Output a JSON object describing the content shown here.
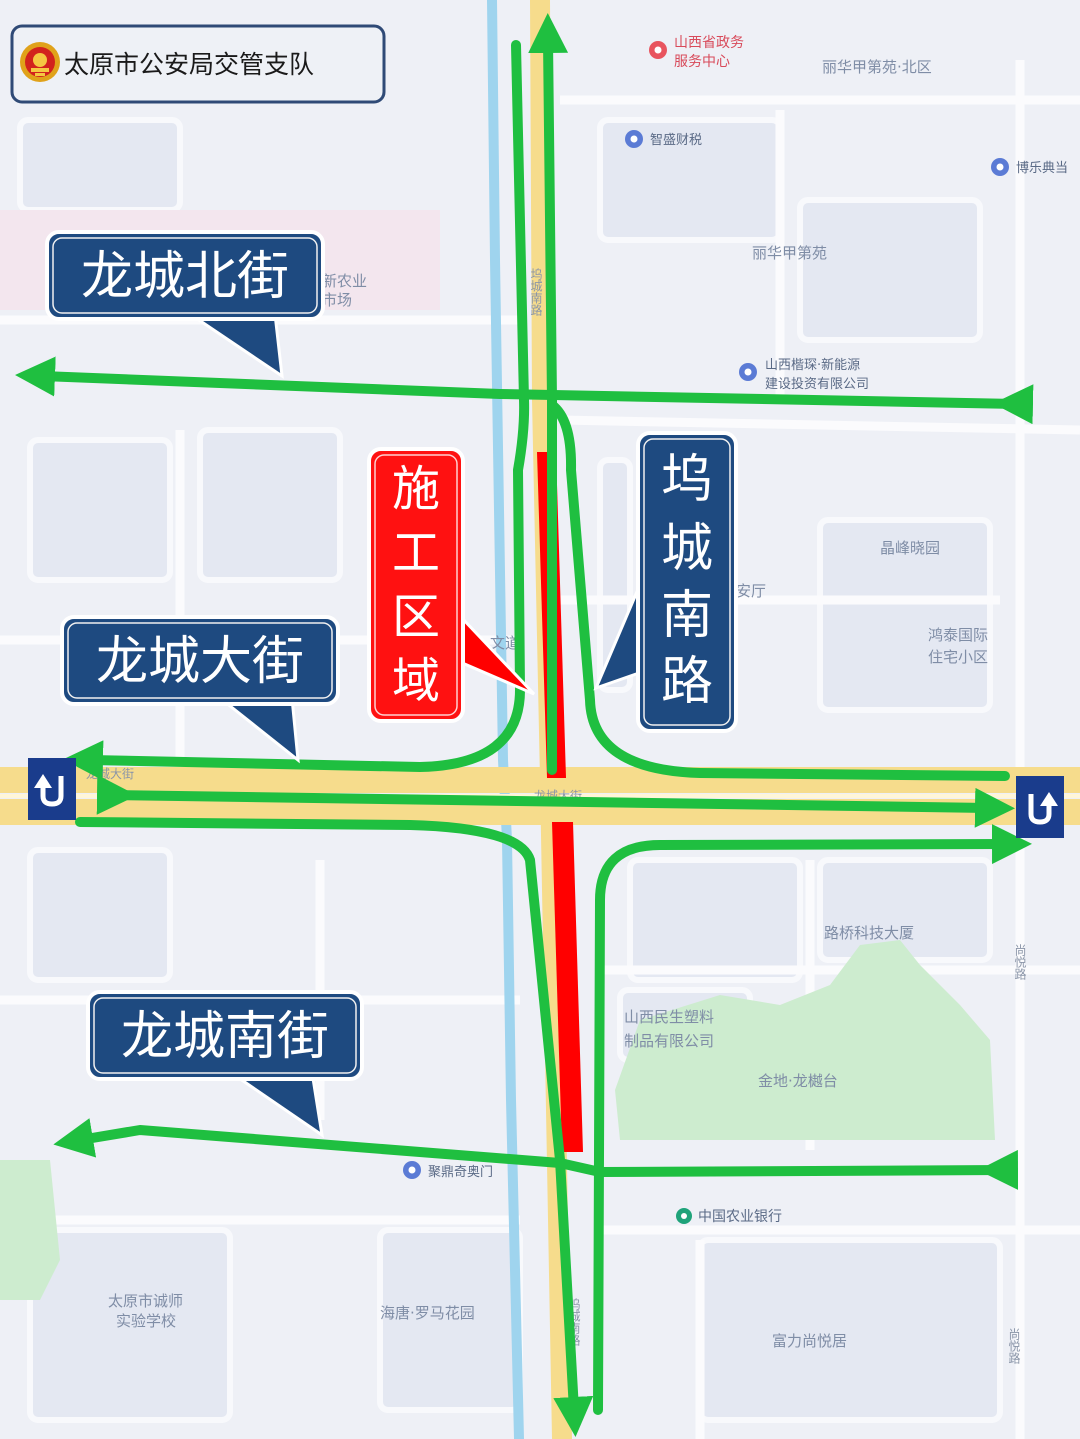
{
  "header": {
    "title": "太原市公安局交管支队"
  },
  "streets": {
    "north": "龙城北街",
    "middle": "龙城大街",
    "south": "龙城南街",
    "vertical": "坞城南路"
  },
  "construction_label": "施工区域",
  "map_labels": {
    "poi_service_center": [
      "山西省政务",
      "服务中心"
    ],
    "poi_lihua_north": "丽华甲第苑·北区",
    "poi_zhisheng": "智盛财税",
    "poi_bole": "博乐典当",
    "poi_lihua": "丽华甲第苑",
    "poi_new_agri": [
      "新农业",
      "市场"
    ],
    "poi_kaihuan": [
      "山西楷琛·新能源",
      "建设投资有限公司"
    ],
    "poi_jingfeng": "晶峰晓园",
    "poi_anting": "安厅",
    "poi_hongtai": [
      "鸿泰国际",
      "住宅小区"
    ],
    "poi_wendao": "文道",
    "poi_luqiao": "路桥科技大厦",
    "poi_minsheng": [
      "山西民生塑料",
      "制品有限公司"
    ],
    "poi_jindi": "金地·龙樾台",
    "poi_jusheng": "聚鼎奇奥门",
    "poi_abc": "中国农业银行",
    "poi_school": [
      "太原市诚师",
      "实验学校"
    ],
    "poi_haitang": "海唐·罗马花园",
    "poi_fuli": "富力尚悦居",
    "road_wucheng_north": "坞城南路",
    "road_wucheng_south": "坞城南路",
    "road_longcheng_small": "龙城大街",
    "road_longcheng_center": "龙城大街",
    "road_shangyue_1": "尚悦路",
    "road_shangyue_2": "尚悦路"
  },
  "icons": {
    "uturn_left": "u-turn-left-icon",
    "uturn_right": "u-turn-right-icon",
    "badge": "police-badge-icon",
    "location_pin": "location-pin-icon"
  },
  "colors": {
    "route_arrow": "#1fbf40",
    "construction": "#ff0000",
    "label_box": "#1e4a80",
    "major_road": "#f6dc8c",
    "canal": "#9fd4ee",
    "park": "#cdeccf"
  }
}
